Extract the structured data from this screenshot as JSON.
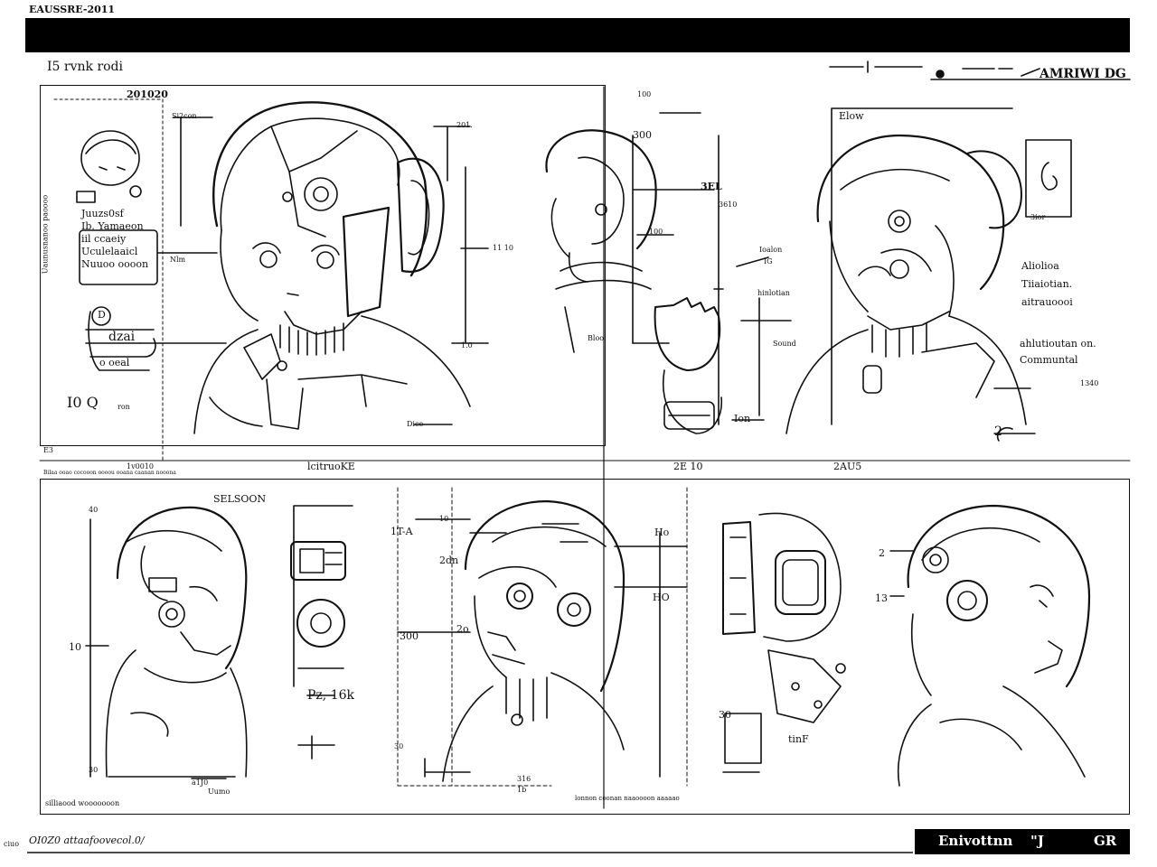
{
  "header": {
    "top_left_label": "EAUSSRE-2011",
    "sheet_title": "I5 rvnk rodi",
    "top_right_label": "AMRIWI DG"
  },
  "panel_top_left": {
    "label_top": "201020",
    "callout_1": "Si2con",
    "callout_2": "201.",
    "callout_3": "11 10",
    "callout_4": "1.0",
    "callout_5": "Dice",
    "notes": [
      "Juuzs0sf",
      "Ib. Yamaeon",
      "iil ccaeiy",
      "Uculelaaicl",
      "Nuuoo oooon"
    ],
    "vertical_note": "Uaunusnanoo paoooo",
    "circled_note_1": "D",
    "circled_note_2": "dzai",
    "circled_note_3": "o oeal",
    "bottom_note": "I0 Q",
    "bottom_note_small": "ron",
    "small_side": "Nlm",
    "corner_mark": "E3"
  },
  "panel_top_right": {
    "label_top_a": "100",
    "label_top_b": "300",
    "label_1": "3EL",
    "label_2": "100",
    "label_3": "3610",
    "label_4": "Ioalon",
    "label_5": "IG",
    "label_6": "Bloo",
    "label_7": "Sound",
    "label_8": "Ion",
    "label_9": "Elow",
    "label_10": "3ior",
    "label_11": "hinlotian",
    "notes_right": [
      "Aliolioa",
      "Tiiaiotian.",
      "aitrauoooi"
    ],
    "notes_right_2": [
      "ahlutioutan on.",
      "Communtal"
    ],
    "label_12": "1340",
    "label_13": "2"
  },
  "divider_row": {
    "small_left": "1v0010",
    "caption_left": "Bilaa ooao cocooon oooou ooana caanan nooona",
    "label_a": "lcitruoKE",
    "label_b": "2E 10",
    "label_c": "2AU5"
  },
  "panel_bottom": {
    "label_1": "SELSOON",
    "label_2": "40",
    "label_3": "10",
    "label_4": "30",
    "label_5": "Pz, 16k",
    "label_6": "Uumo",
    "bottom_label_left": "silliaood wooooooon",
    "bottom_label_mid": "a1J0",
    "label_7": "1T-A",
    "label_8": "2dn",
    "label_9": "300",
    "label_10": "10",
    "label_11": "30",
    "label_12": "2o",
    "label_13": "Ho",
    "label_14": "HO",
    "label_15": "30",
    "label_16": "tinF",
    "label_17": "13",
    "label_18": "2",
    "label_19": "1b",
    "bottom_caption_mid": "lonnon coonan naaoooon aaaaao",
    "small_mark": "316"
  },
  "footer": {
    "left_text": "OI0Z0 attaafoovecol.0/",
    "left_small": "ciuo",
    "right_label_a": "Enivottnn",
    "right_label_b": "\"J",
    "right_label_c": "GR"
  }
}
